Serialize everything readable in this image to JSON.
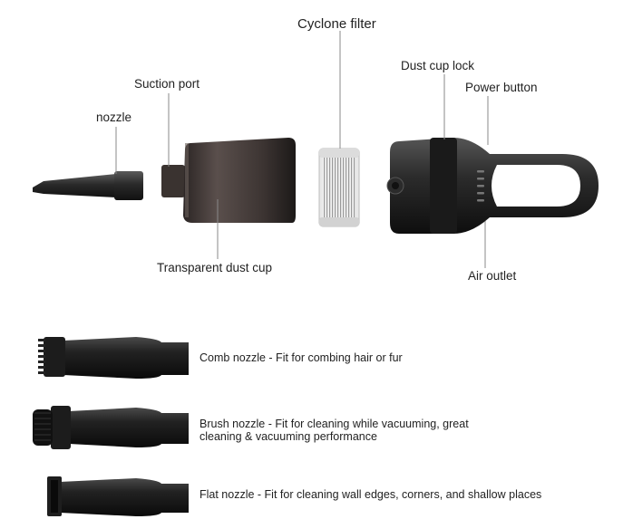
{
  "labels": {
    "cyclone_filter": "Cyclone filter",
    "dust_cup_lock": "Dust cup lock",
    "power_button": "Power button",
    "suction_port": "Suction port",
    "nozzle": "nozzle",
    "transparent_dust_cup": "Transparent dust cup",
    "air_outlet": "Air outlet"
  },
  "accessories": [
    {
      "text": "Comb nozzle - Fit for combing hair or fur"
    },
    {
      "text_line1": "Brush nozzle - Fit for cleaning while vacuuming, great",
      "text_line2": "cleaning & vacuuming performance"
    },
    {
      "text": "Flat nozzle - Fit for cleaning wall edges, corners, and shallow places"
    }
  ]
}
